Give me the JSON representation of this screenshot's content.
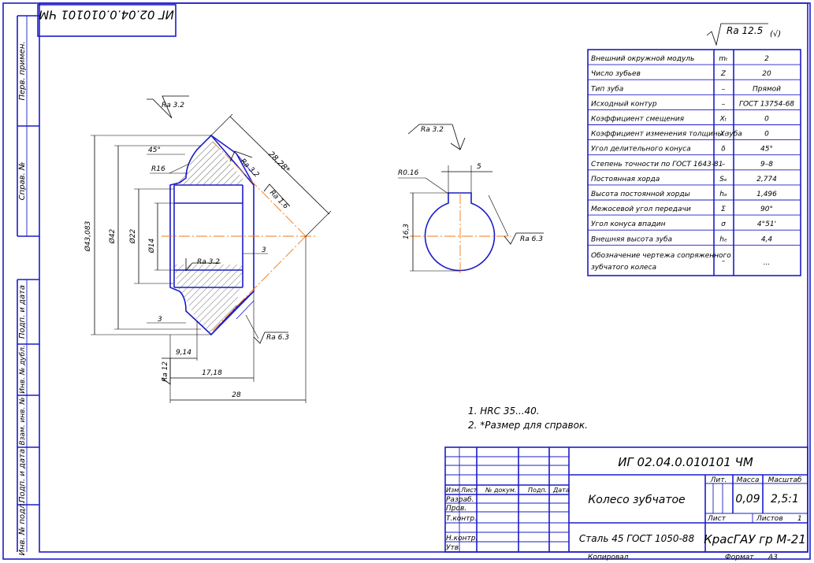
{
  "stamp_code": "ИГ 02.04.0.010101 ЧМ",
  "roughness": {
    "general": "Ra 12.5",
    "general_suffix": "(√)",
    "top_tooth": "Ra 3.2",
    "mid_tooth": "Ra 3.2",
    "side_tooth": "Ra 1.6",
    "bore": "Ra 3.2",
    "bottom": "Ra 6.3",
    "hub_face": "Ra 12",
    "keyway_top": "Ra 3.2",
    "keyway_side": "Ra 6.3"
  },
  "dimensions": {
    "angle_45": "45°",
    "r16": "R16",
    "outer_dia": "Ø43,083",
    "dia_42": "Ø42",
    "dia_22": "Ø22",
    "dia_14": "Ø14",
    "slant": "28,28*",
    "d3_top": "3",
    "d3_bottom": "3",
    "d914": "9,14",
    "d1718": "17,18",
    "d28": "28",
    "key_width": "5",
    "key_radius": "R0.16",
    "key_height": "16,3"
  },
  "left_strip": {
    "perv_primen": "Перв. примен.",
    "sprav": "Справ. №",
    "podp_data_1": "Подп. и дата",
    "inv_dubl": "Инв. № дубл.",
    "vzam_inv": "Взам. инв. №",
    "podp_data_2": "Подп. и дата",
    "inv_podl": "Инв. № подл."
  },
  "params_table": [
    {
      "name": "Внешний окружной модуль",
      "symbol": "mₜ",
      "value": "2"
    },
    {
      "name": "Число зубьев",
      "symbol": "Z",
      "value": "20"
    },
    {
      "name": "Тип зуба",
      "symbol": "–",
      "value": "Прямой"
    },
    {
      "name": "Исходный контур",
      "symbol": "–",
      "value": "ГОСТ 13754-68"
    },
    {
      "name": "Коэффициент смещения",
      "symbol": "Xₜ",
      "value": "0"
    },
    {
      "name": "Коэффициент изменения толщины зуба",
      "symbol": "Xₜ",
      "value": "0"
    },
    {
      "name": "Угол делительного конуса",
      "symbol": "δ",
      "value": "45°"
    },
    {
      "name": "Степень точности по ГОСТ 1643-81",
      "symbol": "–",
      "value": "9–8"
    },
    {
      "name": "Постоянная хорда",
      "symbol": "Sₑ",
      "value": "2,774"
    },
    {
      "name": "Высота постоянной хорды",
      "symbol": "hₑ",
      "value": "1,496"
    },
    {
      "name": "Межосевой угол передачи",
      "symbol": "Σ",
      "value": "90°"
    },
    {
      "name": "Угол конуса впадин",
      "symbol": "σ",
      "value": "4°51'"
    },
    {
      "name": "Внешняя высота зуба",
      "symbol": "hₑ",
      "value": "4,4"
    }
  ],
  "params_last_row": {
    "line1": "Обозначение чертежа сопряженного",
    "line2": "зубчатого колеса",
    "symbol": "–",
    "value": "..."
  },
  "notes": {
    "n1": "1. HRC 35...40.",
    "n2": "2.  *Размер для справок."
  },
  "title_block": {
    "designation": "ИГ 02.04.0.010101 ЧМ",
    "part_name": "Колесо зубчатое",
    "material": "Сталь 45 ГОСТ 1050-88",
    "org": "КрасГАУ гр М-21",
    "lit": "Лит.",
    "massa": "Масса",
    "masshtab": "Масштаб",
    "mass_value": "0,09",
    "scale_value": "2,5:1",
    "list": "Лист",
    "listov": "Листов",
    "listov_value": "1",
    "izm": "Изм.",
    "list_col": "Лист",
    "n_dokum": "№ докум.",
    "podp": "Подп.",
    "data": "Дата",
    "razrab": "Разраб.",
    "prov": "Пров.",
    "tkontr": "Т.контр.",
    "nkontr": "Н.контр.",
    "utv": "Утв.",
    "kopiroval": "Копировал",
    "format": "Формат",
    "format_value": "А3"
  }
}
